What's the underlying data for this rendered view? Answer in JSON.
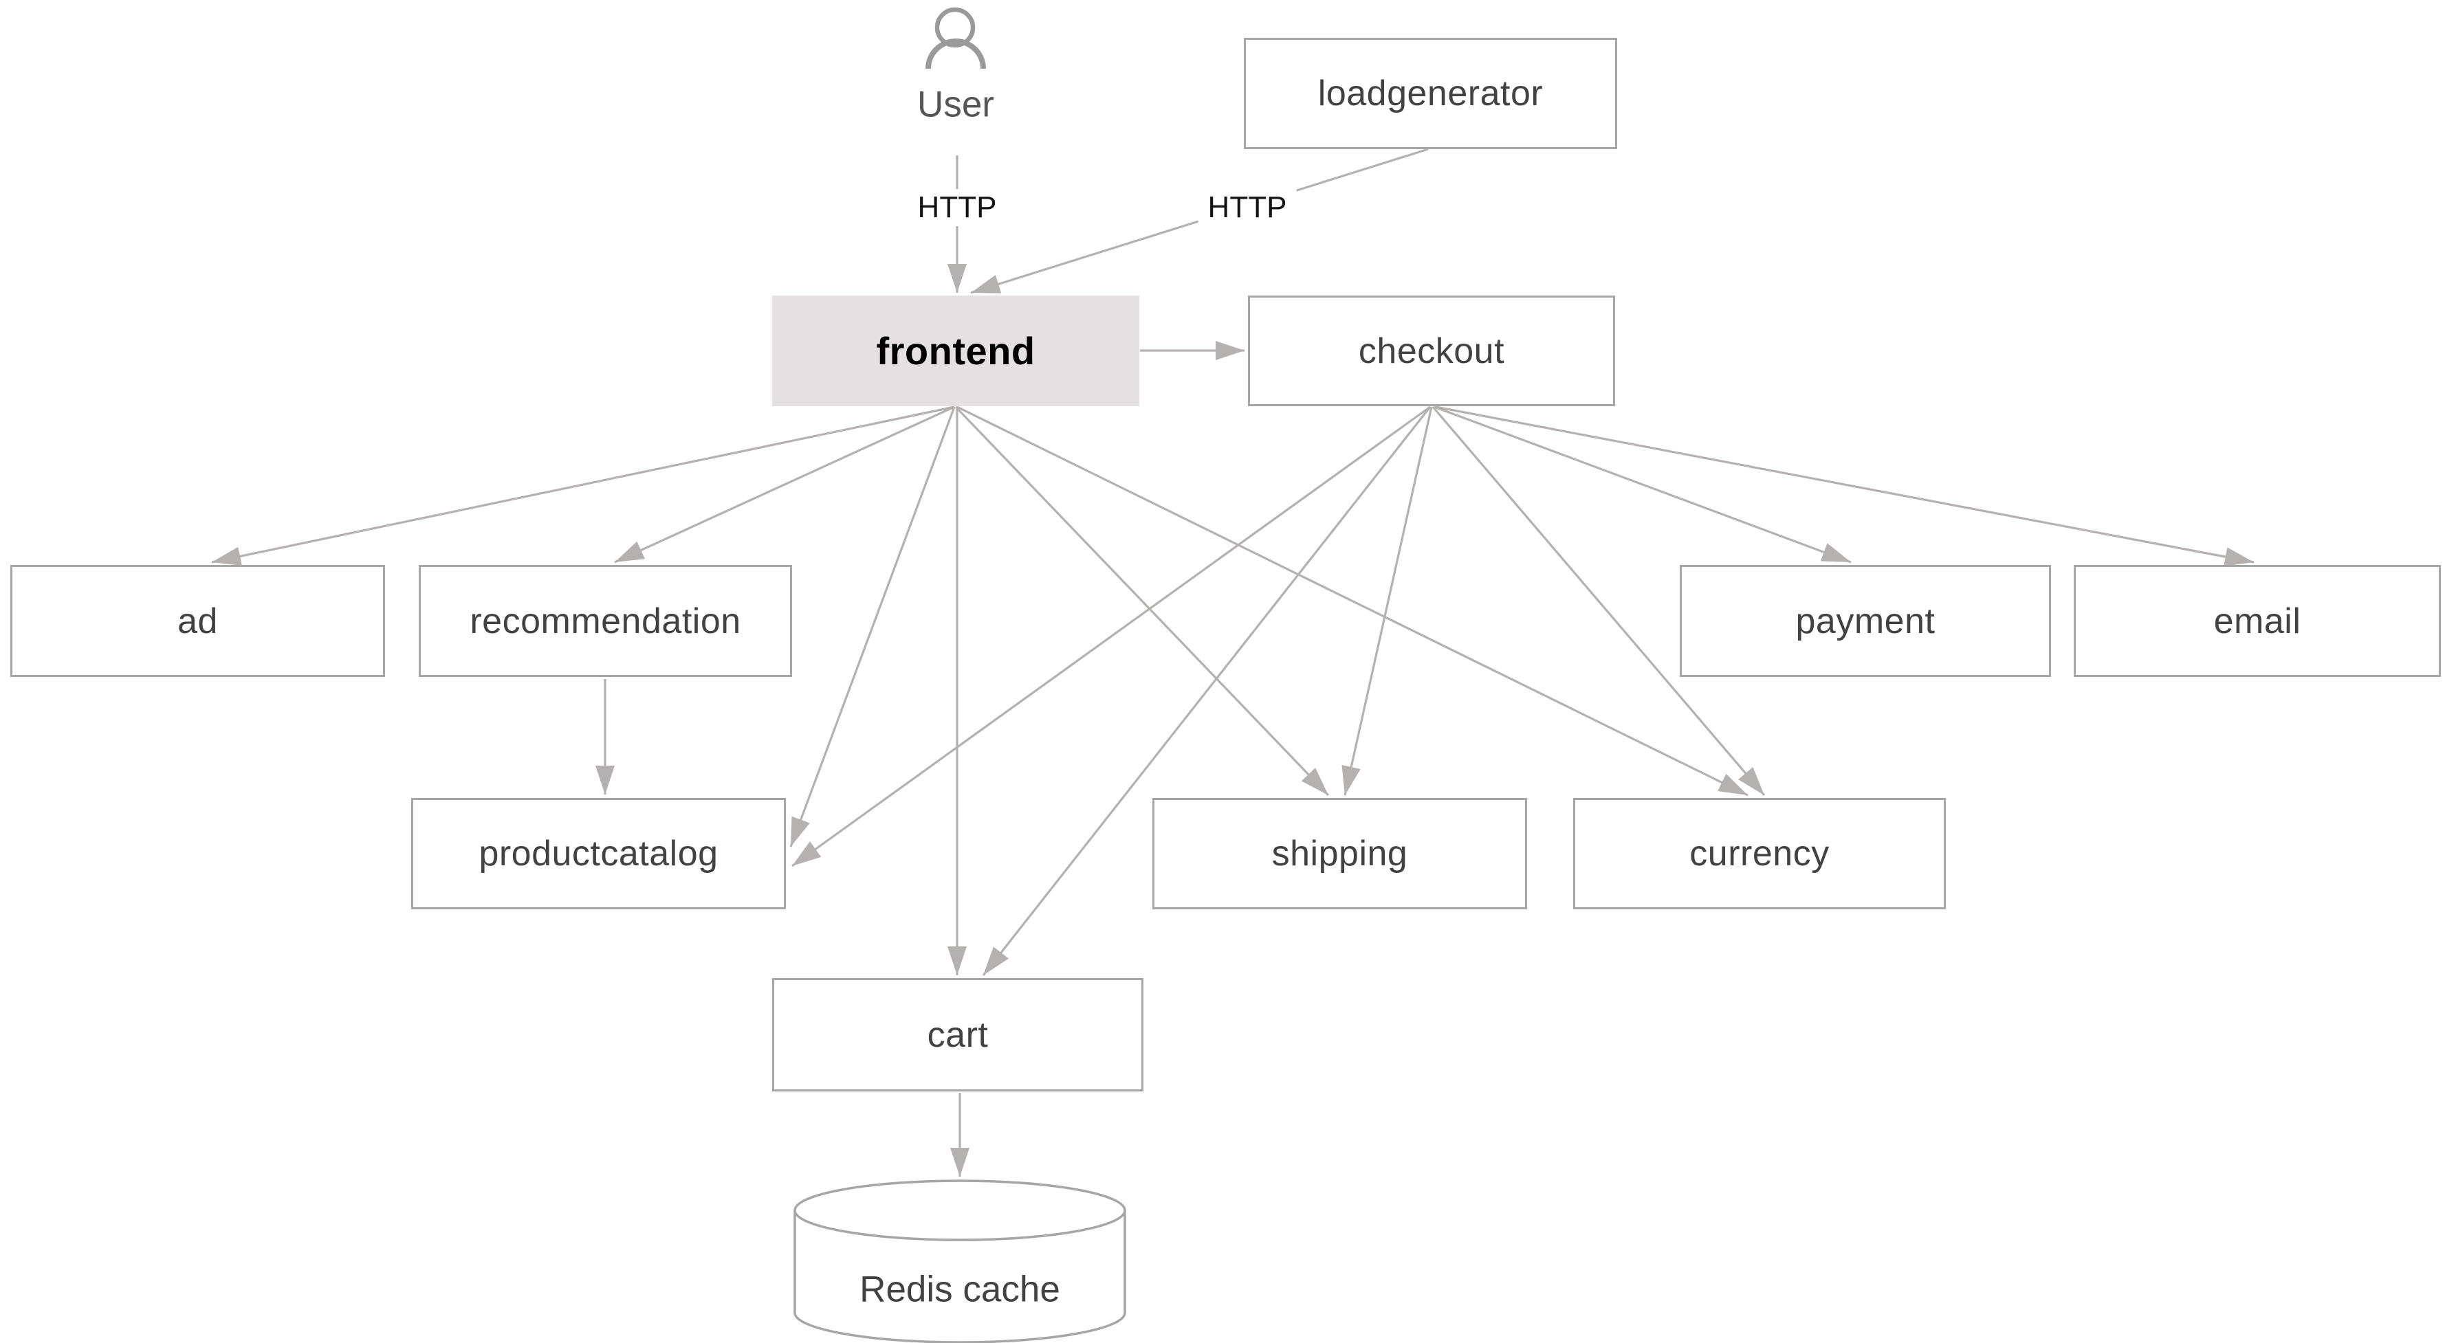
{
  "diagram": {
    "nodes": {
      "user": {
        "label": "User",
        "type": "actor"
      },
      "loadgenerator": {
        "label": "loadgenerator",
        "type": "service"
      },
      "frontend": {
        "label": "frontend",
        "type": "service",
        "highlighted": true
      },
      "checkout": {
        "label": "checkout",
        "type": "service"
      },
      "ad": {
        "label": "ad",
        "type": "service"
      },
      "recommendation": {
        "label": "recommendation",
        "type": "service"
      },
      "payment": {
        "label": "payment",
        "type": "service"
      },
      "email": {
        "label": "email",
        "type": "service"
      },
      "productcatalog": {
        "label": "productcatalog",
        "type": "service"
      },
      "shipping": {
        "label": "shipping",
        "type": "service"
      },
      "currency": {
        "label": "currency",
        "type": "service"
      },
      "cart": {
        "label": "cart",
        "type": "service"
      },
      "redis": {
        "label": "Redis cache",
        "type": "database"
      }
    },
    "edges": [
      {
        "from": "User",
        "to": "frontend",
        "label": "HTTP"
      },
      {
        "from": "loadgenerator",
        "to": "frontend",
        "label": "HTTP"
      },
      {
        "from": "frontend",
        "to": "checkout"
      },
      {
        "from": "frontend",
        "to": "ad"
      },
      {
        "from": "frontend",
        "to": "recommendation"
      },
      {
        "from": "frontend",
        "to": "productcatalog"
      },
      {
        "from": "frontend",
        "to": "cart"
      },
      {
        "from": "frontend",
        "to": "shipping"
      },
      {
        "from": "frontend",
        "to": "currency"
      },
      {
        "from": "checkout",
        "to": "productcatalog"
      },
      {
        "from": "checkout",
        "to": "shipping"
      },
      {
        "from": "checkout",
        "to": "currency"
      },
      {
        "from": "checkout",
        "to": "payment"
      },
      {
        "from": "checkout",
        "to": "email"
      },
      {
        "from": "checkout",
        "to": "cart"
      },
      {
        "from": "recommendation",
        "to": "productcatalog"
      },
      {
        "from": "cart",
        "to": "Redis cache"
      }
    ],
    "colors": {
      "edge": "#b5b1b0",
      "node_border": "#a6a6a6",
      "node_text": "#424242",
      "highlight_fill": "#e5e0e2",
      "highlight_text": "#000000",
      "actor_icon": "#9a9a9a"
    }
  }
}
